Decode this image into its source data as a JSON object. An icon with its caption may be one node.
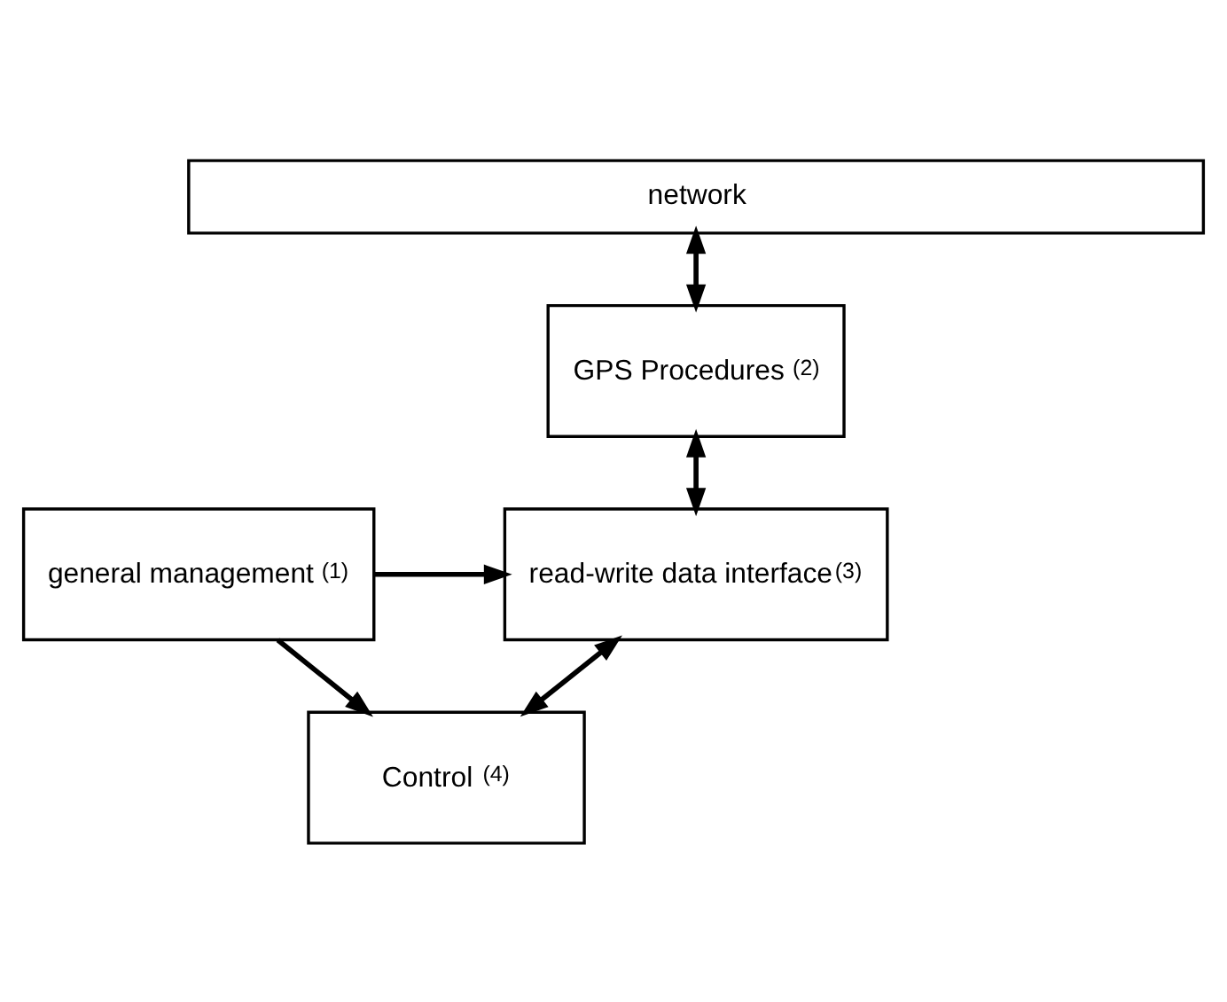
{
  "diagram": {
    "nodes": [
      {
        "text": [
          "network"
        ]
      },
      {
        "text": [
          "GPS Procedures",
          "(2)"
        ]
      },
      {
        "text": [
          "read-write data interface",
          "(3)"
        ]
      },
      {
        "text": [
          "general management",
          "(1)"
        ]
      },
      {
        "text": [
          "Control",
          "(4)"
        ]
      }
    ],
    "edges": [
      {
        "from": 0,
        "to": 1,
        "arrow": "both"
      },
      {
        "from": 1,
        "to": 2,
        "arrow": "both"
      },
      {
        "from": 2,
        "to": 4,
        "arrow": "both"
      },
      {
        "from": 3,
        "to": 2,
        "arrow": "to"
      },
      {
        "from": 3,
        "to": 4,
        "arrow": "to"
      }
    ]
  }
}
